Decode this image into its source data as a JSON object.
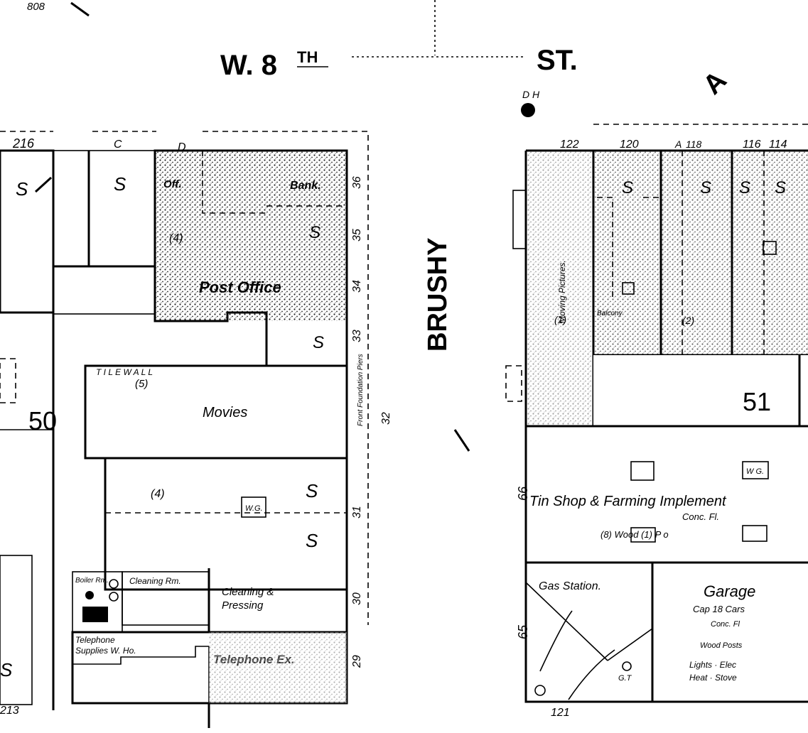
{
  "streets": {
    "w_8th_prefix": "W. 8",
    "w_8th_suffix": "TH",
    "w_8th_st": "ST.",
    "brushy": "BRUSHY",
    "side_letter": "A"
  },
  "corner_numbers": {
    "top_left": "808",
    "bottom_left": "213",
    "bottom_right": "121"
  },
  "dh_label": "D H",
  "block_50": {
    "number": "50",
    "addresses": [
      "216",
      "C",
      "D"
    ],
    "labels": {
      "off": "Off.",
      "bank": "Bank.",
      "post_office": "Post Office",
      "tile_wall": "T I L E   W A L L",
      "movies": "Movies",
      "front_foundation": "Front Foundation Piers",
      "boiler_rm": "Boiler Rm.",
      "cleaning_rm": "Cleaning Rm.",
      "cleaning_pressing_1": "Cleaning &",
      "cleaning_pressing_2": "Pressing",
      "telephone_supplies_1": "Telephone",
      "telephone_supplies_2": "Supplies W. Ho.",
      "telephone_ex": "Telephone Ex."
    },
    "side_numbers": [
      "36",
      "35",
      "34",
      "33",
      "32",
      "31",
      "30",
      "29"
    ],
    "stories": [
      "(4)",
      "(5)",
      "(4)"
    ],
    "wg": "W.G."
  },
  "block_51": {
    "number": "51",
    "addresses": [
      "122",
      "120",
      "A",
      "118",
      "116",
      "114"
    ],
    "labels": {
      "moving_pictures": "Moving Pictures.",
      "balcony": "Balcony",
      "tin_shop": "Tin Shop & Farming Implement",
      "conc_fl": "Conc.     Fl.",
      "wood_posts": "(8)         Wood          (1) P o",
      "gas_station": "Gas Station.",
      "garage": "Garage",
      "cap": "Cap 18 Cars",
      "conc": "Conc. Fl",
      "wood": "Wood   Posts",
      "lights": "Lights · Elec",
      "heat": "Heat · Stove",
      "gt": "G.T"
    },
    "side_numbers": [
      "66",
      "65"
    ],
    "stories": [
      "(1)",
      "(2)"
    ],
    "wg": "W G."
  }
}
